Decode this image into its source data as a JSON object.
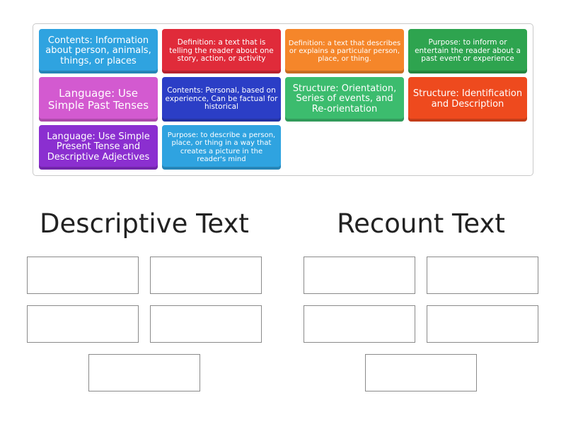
{
  "tiles": [
    {
      "text": "Contents: Information about person, animals, things, or places",
      "color": "#2fa3e0"
    },
    {
      "text": "Definition: a text that is telling the reader about one story, action, or activity",
      "color": "#e02b3a"
    },
    {
      "text": "Definition: a text that describes or explains a particular person, place, or thing.",
      "color": "#f5862a"
    },
    {
      "text": "Purpose: to inform or entertain the reader about a past event or experience",
      "color": "#2ea44f"
    },
    {
      "text": "Language: Use Simple Past Tenses",
      "color": "#d35ad0"
    },
    {
      "text": "Contents: Personal, based on experience, Can be factual for historical",
      "color": "#2b3ec6"
    },
    {
      "text": "Structure: Orientation, Series of events, and Re-orientation",
      "color": "#3cbc6e"
    },
    {
      "text": "Structure: Identification and Description",
      "color": "#ee4a1e"
    },
    {
      "text": "Language: Use Simple Present Tense and Descriptive Adjectives",
      "color": "#8b2fd0"
    },
    {
      "text": "Purpose: to describe a person, place, or thing in a way that creates a picture in the reader's mind",
      "color": "#2fa3e0"
    }
  ],
  "groups": [
    {
      "title": "Descriptive Text"
    },
    {
      "title": "Recount Text"
    }
  ]
}
